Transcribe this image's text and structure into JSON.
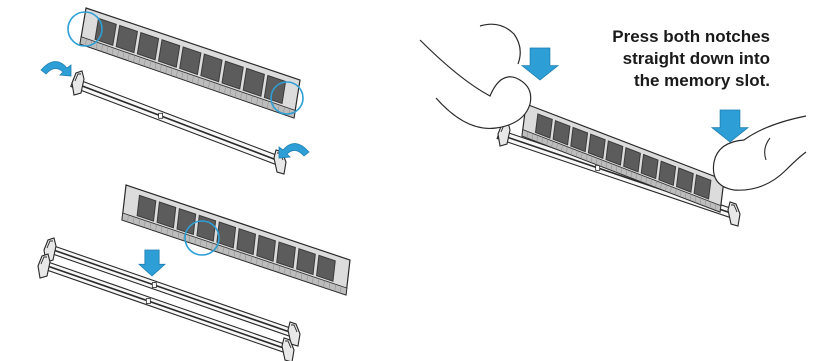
{
  "instruction": {
    "lines": [
      "Press both notches",
      "straight down into",
      "the memory slot."
    ]
  },
  "palette": {
    "accent": "#2d9fd6",
    "chip": "#5c5c5c",
    "chip_dark": "#3a3a3a",
    "module": "#dcdcdc",
    "slot": "#f7f7f7",
    "line": "#2a2a2a"
  },
  "icons": [
    "memory-module",
    "memory-slot",
    "down-arrow-icon",
    "rotate-arrow-icon",
    "notch-highlight-circle",
    "hand-icon"
  ]
}
